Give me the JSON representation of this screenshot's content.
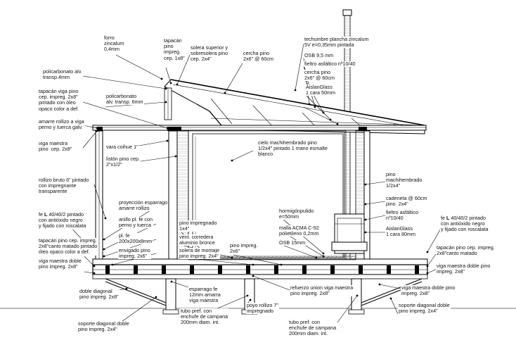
{
  "labels": {
    "forro": "forro\nzincalum\n0,4mm",
    "tapacan_top": "tapacán\npino\nimpreg.\ncep. 1x8\"",
    "solera_sup": "solera superior y\nsobresolera pino\ncep. 2x4\"",
    "cercha_top": "cercha pino\n2x6\" @ 60cm",
    "techumbre": "techumbre plancha zincalum\n5V e=0,35mm pintada",
    "osb_roof": "OSB 9,5 mm",
    "fieltro_roof": "fieltro asfáltico nº10/40",
    "cercha_right": "cercha pino\n2x6\" @ 60cm",
    "aislanglass_roof": "AislanGlass\n1 cara 50mm",
    "policarbonato_1": "policarbonato alv.\ntransp.4mm",
    "policarbonato_2": "policarbonato\nalv. transp. 6mm",
    "tapacan_left": "tapacán viga pino\ncep. impreg. 2x8\"\npintado con óleo\nopaco color a def.",
    "amarre": "amarre rollizo a viga\nperno y tuerca galv.",
    "viga_maestra_left": "viga maestra\npino  cep. 2x8\"",
    "vara": "vara coihue 1\"",
    "liston": "listón pino cep.\n2\"x1/2\"",
    "cielo": "cielo machihembrado pino\n1/2x4\" pintado 1 mano esmalte\nblanco",
    "rollizo": "rollizo bruto 6\" pintado\ncon impregnante\ntransparente",
    "pino_machi": "pino\nmachihembrado\n1/2x4\"",
    "cadeneta": "cadeneta @ 60cm\npino  2x4\"",
    "fieltro_wall": "fieltro asfáltico\nnº10/40",
    "aislanglass_wall": "AislanGlass\n1 cara 80mm",
    "proyeccion": "proyección esparrago\namarre rollizo",
    "anillo": "anillo pl. fe con\nperno y tuerca",
    "pl_fe": "pl. fe\n200x200x8mm",
    "envigado": "envigado pino\nimpreg. 2x6\"",
    "pino_impregnado": "pino impregnado\n1x4\"",
    "vent": "vent. corredera\naluminio bronce",
    "solera_montaje": "solera de montaje\npino impreg. 2x4\"",
    "pino_2x6": "pino impreg.\n2x6\"",
    "hormigon": "hormigónpulido\ne=50mm",
    "malla": "malla ACMA C-92\npolietileno 0,2mm",
    "osb_floor": "OSB 15mm",
    "fe_left_prefix": "fe ",
    "fe_left_L": "L",
    "fe_left_rest": " 40/40/2 pintado\ncon antióxido negro\ny fijado con roscalata",
    "fe_right_prefix": "fe ",
    "fe_right_L": "L",
    "fe_right_rest": " 40/40/2 pintado\ncon antióxido negro\ny fijado con roscalata",
    "tapacan_bottom_left": "tapacán pino cep. impreg.\n2x8\"canto matado pintado\nóleo opaco color a def.",
    "viga_doble_left": "viga maestra doble\npino impreg. 2x8\"",
    "tapacan_bottom_right": "tapacán pino cep. impreg.\n2x8\"canto matado",
    "viga_doble_right": "viga maestra doble pino\nimpreg. 2x8\"",
    "doble_diagonal": "doble diagonal\npino impreg. 2x8\"",
    "esparrago": "esparrago fe\n12mm amarra\nviga maestra",
    "refuerzo": "refuerzo union viga maestra\npino impreg. 2x8\"",
    "viga_doble_right2": "viga maestra doble pino\nimpreg. 2x8\"",
    "poyo": "poyo rollizo 7\"\nimpregnado",
    "tubo_1": "tubo pref. con\nenchufe de campana\n200mm diam. int.",
    "tubo_2": "tubo pref. con\nenchufe de campana\n200mm diam. int.",
    "soporte_left": "soporte diagonal doble\npino impreg. 2x4\"",
    "soporte_right": "soporte diagonal doble\npino impreg. 2x4\""
  }
}
